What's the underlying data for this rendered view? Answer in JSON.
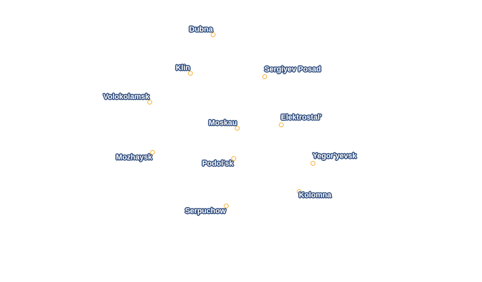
{
  "map": {
    "colors": {
      "point_stroke": "#f5b23a",
      "label_halo": "#2c4a7c",
      "label_text": "#ffffff",
      "background": "#ffffff"
    },
    "cities": [
      {
        "id": "dubna",
        "name": "Dubna"
      },
      {
        "id": "klin",
        "name": "Klin"
      },
      {
        "id": "sergiyev-posad",
        "name": "Sergiyev Posad"
      },
      {
        "id": "volokolamsk",
        "name": "Volokolamsk"
      },
      {
        "id": "moskau",
        "name": "Moskau"
      },
      {
        "id": "elektrostal",
        "name": "Elektrostal'"
      },
      {
        "id": "mozhaysk",
        "name": "Mozhaysk"
      },
      {
        "id": "podolsk",
        "name": "Podol'sk"
      },
      {
        "id": "yegoryevsk",
        "name": "Yegor'yevsk"
      },
      {
        "id": "kolomna",
        "name": "Kolomna"
      },
      {
        "id": "serpuchow",
        "name": "Serpuchow"
      }
    ]
  }
}
